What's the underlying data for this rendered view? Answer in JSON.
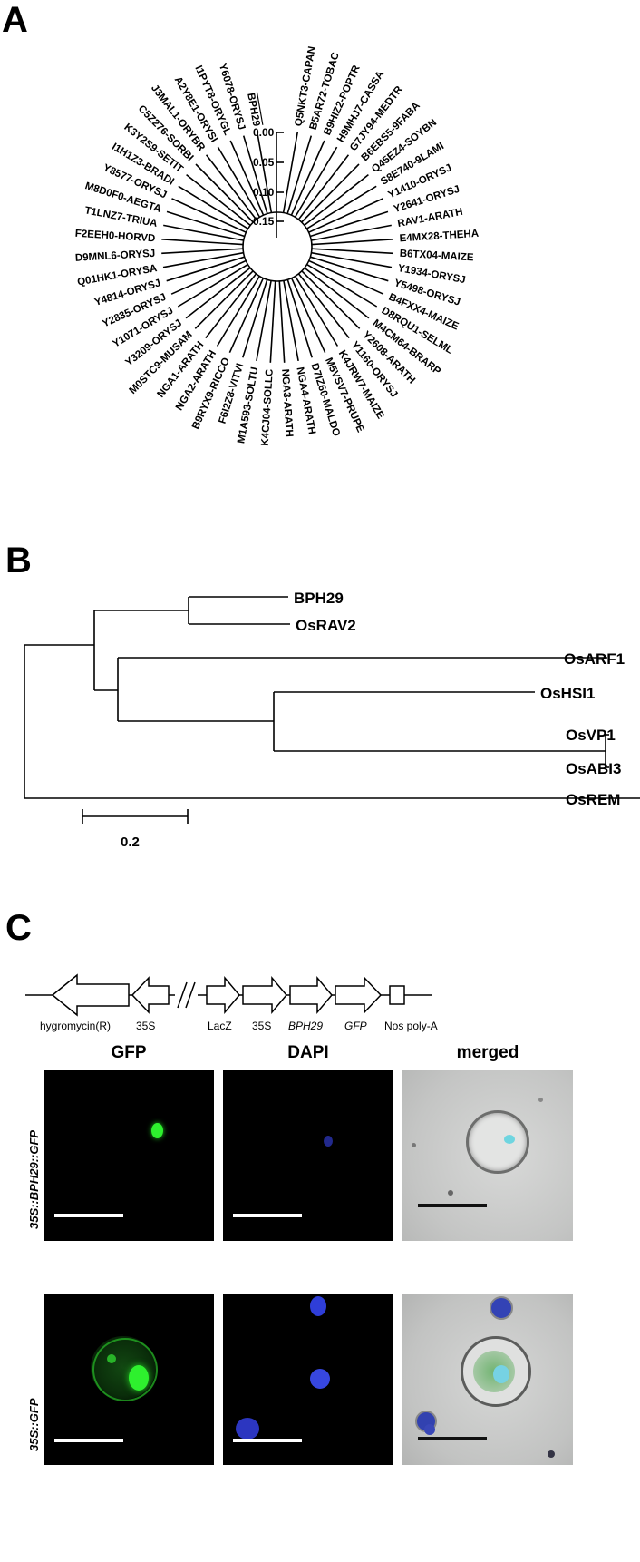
{
  "panels": {
    "a": "A",
    "b": "B",
    "c": "C"
  },
  "panel_a": {
    "scale_ticks": [
      "0.00",
      "0.05",
      "0.10",
      "0.15"
    ],
    "highlight": "BPH29",
    "leaves": [
      "BPH29",
      "Y6078-ORYSJ",
      "I1PYT8-ORYGL",
      "A2Y8E1-ORYSI",
      "J3MAL1-ORYBR",
      "C5Z276-SORBI",
      "K3Y2S9-SETIT",
      "I1H1Z3-BRADI",
      "Y8577-ORYSJ",
      "M8D0F0-AEGTA",
      "T1LNZ7-TRIUA",
      "F2EEH0-HORVD",
      "D9MNL6-ORYSJ",
      "Q01HK1-ORYSA",
      "Y4814-ORYSJ",
      "Y2835-ORYSJ",
      "Y1071-ORYSJ",
      "Y3209-ORYSJ",
      "M0STC9-MUSAM",
      "NGA1-ARATH",
      "NGA2-ARATH",
      "B9RYX9-RICCO",
      "F6I2Z8-VITVI",
      "M1A593-SOLTU",
      "K4CJ04-SOLLC",
      "NGA3-ARATH",
      "NGA4-ARATH",
      "D7IZ60-MALDO",
      "M5VSV7-PRUPE",
      "K4JRW7-MAIZE",
      "Y1160-ORYSJ",
      "Y2608-ARATH",
      "M4CM64-BRARP",
      "D8RQU1-SELML",
      "B4FXX4-MAIZE",
      "Y5498-ORYSJ",
      "Y1934-ORYSJ",
      "B6TX04-MAIZE",
      "E4MX28-THEHA",
      "RAV1-ARATH",
      "Y2641-ORYSJ",
      "Y1410-ORYSJ",
      "S8E740-9LAMI",
      "Q45EZ4-SOYBN",
      "B6EBS5-9FABA",
      "G7JY94-MEDTR",
      "H9MHJ7-CASSA",
      "B9HIZ2-POPTR",
      "B5AR72-TOBAC",
      "Q5NKT3-CAPAN"
    ]
  },
  "panel_b": {
    "taxa": [
      "BPH29",
      "OsRAV2",
      "OsARF1",
      "OsHSI1",
      "OsVP1",
      "OsABI3",
      "OsREM"
    ],
    "scale_label": "0.2"
  },
  "panel_c": {
    "construct": {
      "hygromycin": "hygromycin(R)",
      "p35s_a": "35S",
      "lacz": "LacZ",
      "p35s_b": "35S",
      "gene": "BPH29",
      "gfp": "GFP",
      "nos": "Nos poly-A"
    },
    "columns": [
      "GFP",
      "DAPI",
      "merged"
    ],
    "rows": [
      "35S::BPH29::GFP",
      "35S::GFP"
    ]
  },
  "colors": {
    "gfp": "#22dd22",
    "dapi": "#3344ee",
    "background": "#000000"
  }
}
